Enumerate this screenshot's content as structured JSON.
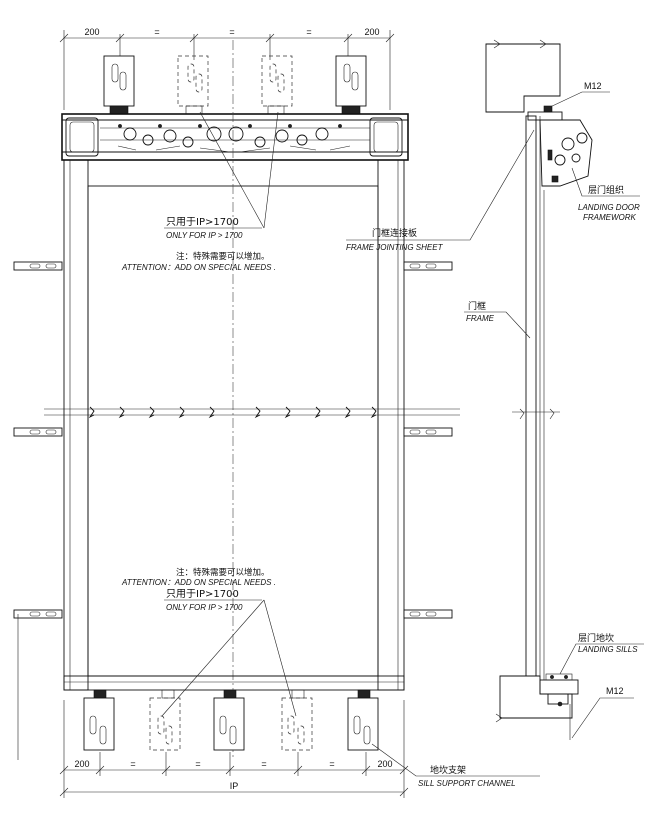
{
  "dimensions": {
    "top_edge": "200",
    "top_eq_1": "=",
    "top_eq_2": "=",
    "top_eq_3": "=",
    "top_edge_right": "200",
    "bottom_edge": "200",
    "bottom_eq_1": "=",
    "bottom_eq_2": "=",
    "bottom_eq_3": "=",
    "bottom_eq_4": "=",
    "bottom_edge_right": "200",
    "overall_width": "IP"
  },
  "notes": {
    "upper_only_cn": "只用于IP>1700",
    "upper_only_en": "ONLY FOR IP > 1700",
    "upper_attention_cn": "注：特殊需要可以增加。",
    "upper_attention_en": "ATTENTION：ADD ON SPECIAL NEEDS .",
    "lower_attention_cn": "注：特殊需要可以增加。",
    "lower_attention_en": "ATTENTION：ADD ON SPECIAL NEEDS .",
    "lower_only_cn": "只用于IP>1700",
    "lower_only_en": "ONLY FOR IP > 1700"
  },
  "callouts": {
    "frame_jointing_sheet_cn": "门框连接板",
    "frame_jointing_sheet_en": "FRAME JOINTING SHEET",
    "frame_cn": "门框",
    "frame_en": "FRAME",
    "landing_door_framework_cn": "层门组织",
    "landing_door_framework_en_1": "LANDING DOOR",
    "landing_door_framework_en_2": "FRAMEWORK",
    "landing_sills_cn": "层门地坎",
    "landing_sills_en": "LANDING SILLS",
    "sill_support_channel_cn": "地坎支架",
    "sill_support_channel_en": "SILL SUPPORT CHANNEL",
    "bolt_top": "M12",
    "bolt_bottom": "M12"
  }
}
